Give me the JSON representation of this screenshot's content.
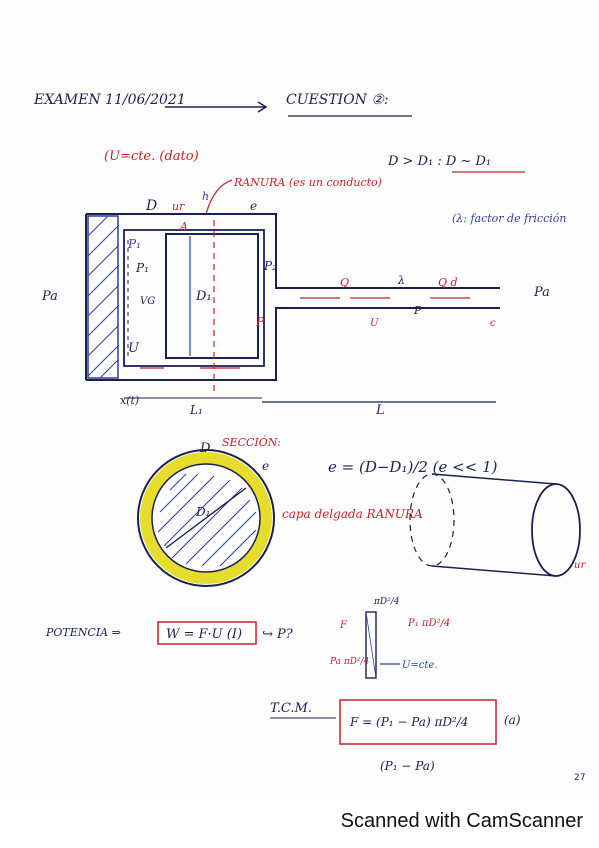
{
  "header": {
    "exam": "EXAMEN 11/06/2021",
    "question": "CUESTION ②:"
  },
  "notes": {
    "u_const": "(U=cte. (dato)",
    "d_relation": "D > D₁ : D ~ D₁",
    "ranura": "RANURA (es un conducto)",
    "lambda": "(λ: factor de fricción",
    "seccion": "SECCIÓN:",
    "e_formula": "e = (D−D₁)/2  (e << 1)",
    "capa": "capa delgada RANURA",
    "potencia": "POTENCIA ⇒",
    "power_box": "W = F·U (I)",
    "power_arrow": "↪ P?",
    "tcm": "T.C.M.",
    "force_box": "F = (P₁ − Pa) πD²/4",
    "force_tag": "(a)",
    "force_under": "(P₁ − Pa)"
  },
  "diagram_labels": {
    "pa_left": "Pa",
    "pa_right": "Pa",
    "d": "D",
    "ur": "ur",
    "h": "h",
    "e": "e",
    "a": "A",
    "p1": "P₁",
    "p1b": "P₁",
    "p2": "P₂",
    "p": "P",
    "vg": "VG",
    "d1": "D₁",
    "u": "U",
    "xt": "x(t)",
    "l1": "L₁",
    "l": "L",
    "q": "Q",
    "lam": "λ",
    "qd": "Q d",
    "pipe_p": "P",
    "pipe_u": "U",
    "pipe_c": "c",
    "sec_d": "D",
    "sec_e": "e",
    "sec_d1": "D₁",
    "fb_top": "πD²/4",
    "fb_f": "F",
    "fb_p1": "P₁ πD²/4",
    "fb_pa": "Pa πD²/4",
    "fb_u": "U=cte.",
    "cyl_ur": "ur",
    "page_num": "27"
  },
  "footer": {
    "text": "Scanned with CamScanner"
  }
}
